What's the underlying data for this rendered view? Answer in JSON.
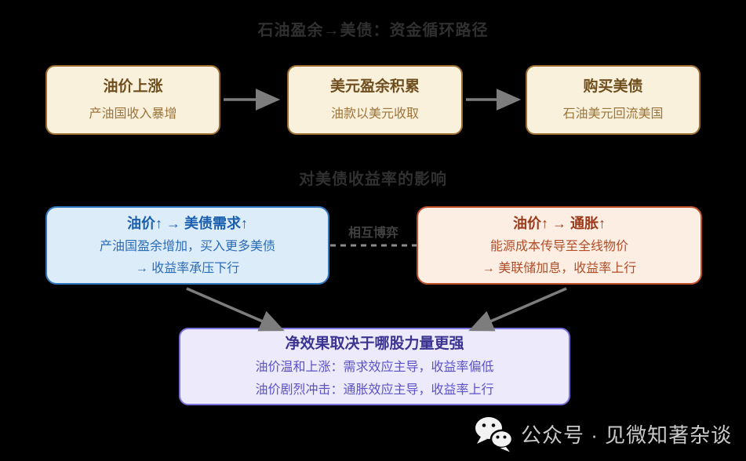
{
  "title": "石油盈余→美债：资金循环路径",
  "flow_section": {
    "boxes": [
      {
        "title": "油价上涨",
        "subtitle": "产油国收入暴增"
      },
      {
        "title": "美元盈余积累",
        "subtitle": "油款以美元收取"
      },
      {
        "title": "购买美债",
        "subtitle": "石油美元回流美国"
      }
    ]
  },
  "impact_section": {
    "heading": "对美债收益率的影响",
    "versus_label": "相互博弈",
    "demand_box": {
      "title": "油价↑ → 美债需求↑",
      "line1": "产油国盈余增加，买入更多美债",
      "line2": "→ 收益率承压下行"
    },
    "inflation_box": {
      "title": "油价↑ → 通胀↑",
      "line1": "能源成本传导至全线物价",
      "line2": "→ 美联储加息，收益率上行"
    }
  },
  "conclusion_box": {
    "title": "净效果取决于哪股力量更强",
    "line1": "油价温和上涨：需求效应主导，收益率偏低",
    "line2": "油价剧烈冲击：通胀效应主导，收益率上行"
  },
  "footer": {
    "label": "公众号 · 见微知著杂谈"
  },
  "colors": {
    "background": "#000000",
    "heading_text": "#303030",
    "flow_box_bg": "#faf1dc",
    "flow_box_border": "#9b6d31",
    "flow_box_title": "#6f4e1d",
    "flow_box_subtitle": "#9d7439",
    "demand_box_bg": "#ddecf9",
    "demand_box_border": "#3376c0",
    "demand_box_title": "#1a5fae",
    "demand_box_text": "#2a6cb8",
    "inflation_box_bg": "#fdeee3",
    "inflation_box_border": "#bf4f2c",
    "inflation_box_title": "#9c3a1b",
    "inflation_box_text": "#b04e28",
    "conclusion_box_bg": "#edeafb",
    "conclusion_box_border": "#7a72dd",
    "conclusion_box_title": "#3b3391",
    "conclusion_box_text": "#5b51c9",
    "arrow": "#7d7d7d",
    "dashed_line": "#8c8c8c",
    "versus_text": "#414141",
    "footer_text": "#c9c9c9",
    "wechat_icon": "#f2f2f2"
  }
}
